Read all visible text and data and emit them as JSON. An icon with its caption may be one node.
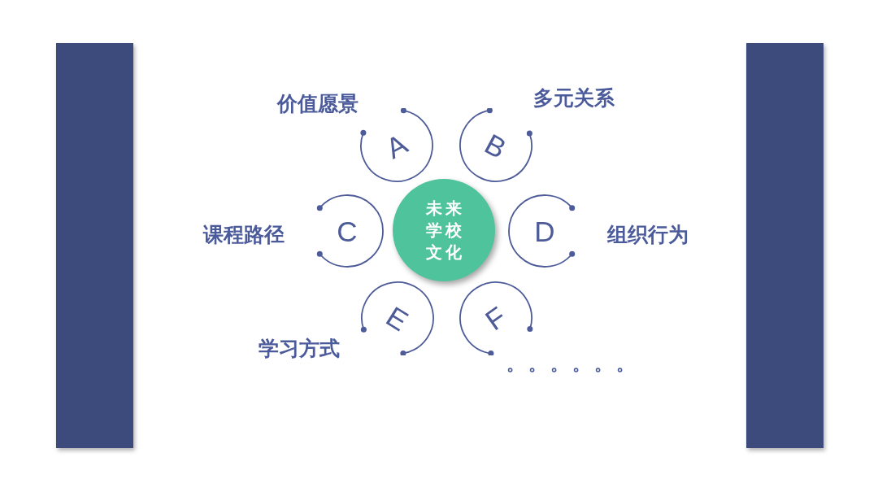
{
  "diagram": {
    "nodes": [
      {
        "text": [
          "未来学校文化"
        ]
      },
      {
        "text": [
          "A"
        ],
        "beside": [
          "价值愿景"
        ]
      },
      {
        "text": [
          "B"
        ],
        "beside": [
          "多元关系"
        ]
      },
      {
        "text": [
          "C"
        ],
        "beside": [
          "课程路径"
        ]
      },
      {
        "text": [
          "D"
        ],
        "beside": [
          "组织行为"
        ]
      },
      {
        "text": [
          "E"
        ],
        "beside": [
          "学习方式"
        ]
      },
      {
        "text": [
          "F"
        ]
      }
    ],
    "labels": [
      "。。。。。。"
    ]
  }
}
